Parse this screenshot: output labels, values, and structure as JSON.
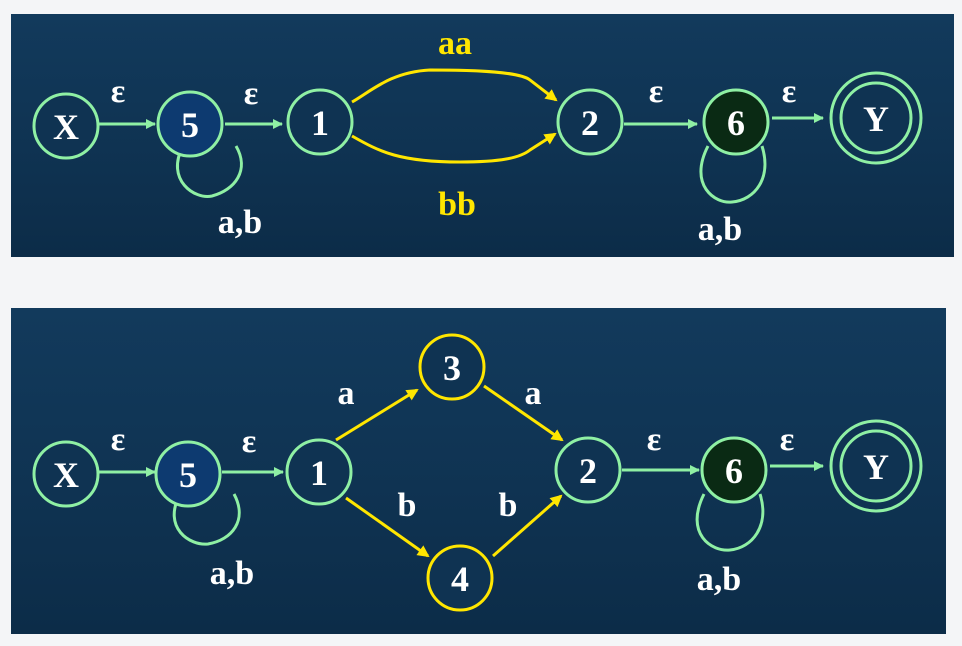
{
  "colors": {
    "panel_bg": "#0f3352",
    "page_bg": "#f4f5f7",
    "green": "#8ff0a4",
    "yellow": "#ffe600",
    "node5_fill": "#0d3a70",
    "node6_fill": "#0a2a14",
    "text": "#ffffff"
  },
  "top": {
    "nodes": {
      "x": "X",
      "n5": "5",
      "n1": "1",
      "n2": "2",
      "n6": "6",
      "y": "Y"
    },
    "labels": {
      "eps_x5": "ε",
      "eps_51": "ε",
      "loop5": "a,b",
      "aa": "aa",
      "bb": "bb",
      "eps_26": "ε",
      "loop6": "a,b",
      "eps_6y": "ε"
    }
  },
  "bottom": {
    "nodes": {
      "x": "X",
      "n5": "5",
      "n1": "1",
      "n3": "3",
      "n4": "4",
      "n2": "2",
      "n6": "6",
      "y": "Y"
    },
    "labels": {
      "eps_x5": "ε",
      "eps_51": "ε",
      "loop5": "a,b",
      "a_13": "a",
      "a_32": "a",
      "b_14": "b",
      "b_42": "b",
      "eps_26": "ε",
      "loop6": "a,b",
      "eps_6y": "ε"
    }
  }
}
